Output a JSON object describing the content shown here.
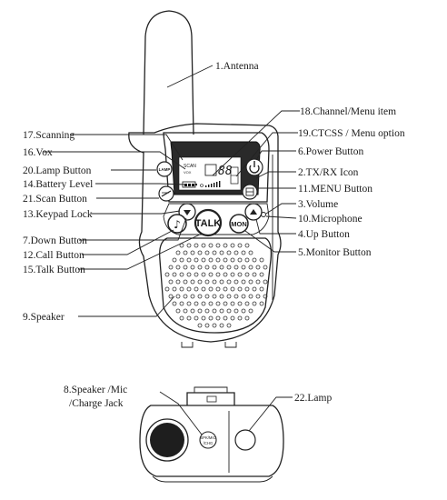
{
  "labels": {
    "antenna": "1.Antenna",
    "tx_rx_icon": "2.TX/RX Icon",
    "volume": "3.Volume",
    "up_button": "4.Up Button",
    "monitor_button": "5.Monitor Button",
    "power_button": "6.Power Button",
    "down_button": "7.Down Button",
    "speaker_mic_jack_line1": "8.Speaker /Mic",
    "speaker_mic_jack_line2": "/Charge Jack",
    "speaker": "9.Speaker",
    "microphone": "10.Microphone",
    "menu_button": "11.MENU  Button",
    "call_button": "12.Call Button",
    "keypad_lock": "13.Keypad Lock",
    "battery_level": "14.Battery Level",
    "talk_button": "15.Talk Button",
    "vox": "16.Vox",
    "scanning": "17.Scanning",
    "channel_menu_item": "18.Channel/Menu item",
    "ctcss_menu_option": "19.CTCSS / Menu option",
    "lamp_button": "20.Lamp Button",
    "scan_button": "21.Scan Button",
    "lamp": "22.Lamp"
  },
  "device_text": {
    "talk": "TALK",
    "mon": "MON",
    "lamp_key": "LAMP",
    "scan_lcd": "SCAN",
    "vox_lcd": "VOX",
    "channel_digits": "88",
    "jack_line1": "SPK/MIC",
    "jack_line2": "/CHG"
  }
}
